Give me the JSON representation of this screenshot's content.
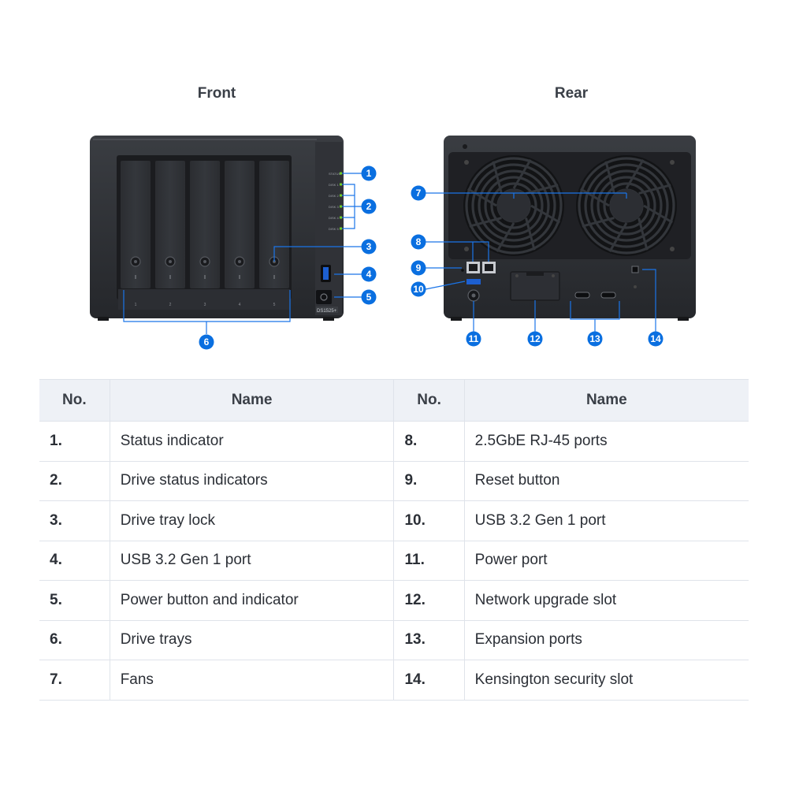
{
  "views": {
    "front": "Front",
    "rear": "Rear"
  },
  "model_label": "DS1525+",
  "front_led_labels": [
    "STATUS",
    "DISK 1",
    "DISK 2",
    "DISK 3",
    "DISK 4",
    "DISK 5"
  ],
  "tray_numbers": [
    "1",
    "2",
    "3",
    "4",
    "5"
  ],
  "callouts": [
    "1",
    "2",
    "3",
    "4",
    "5",
    "6",
    "7",
    "8",
    "9",
    "10",
    "11",
    "12",
    "13",
    "14"
  ],
  "table": {
    "headers": {
      "no": "No.",
      "name": "Name"
    },
    "rows": [
      [
        {
          "no": "1.",
          "name": "Status indicator"
        },
        {
          "no": "8.",
          "name": "2.5GbE RJ-45 ports"
        }
      ],
      [
        {
          "no": "2.",
          "name": "Drive status indicators"
        },
        {
          "no": "9.",
          "name": "Reset button"
        }
      ],
      [
        {
          "no": "3.",
          "name": "Drive tray lock"
        },
        {
          "no": "10.",
          "name": "USB 3.2 Gen 1 port"
        }
      ],
      [
        {
          "no": "4.",
          "name": "USB 3.2 Gen 1 port"
        },
        {
          "no": "11.",
          "name": "Power port"
        }
      ],
      [
        {
          "no": "5.",
          "name": "Power button and indicator"
        },
        {
          "no": "12.",
          "name": "Network upgrade slot"
        }
      ],
      [
        {
          "no": "6.",
          "name": "Drive trays"
        },
        {
          "no": "13.",
          "name": "Expansion ports"
        }
      ],
      [
        {
          "no": "7.",
          "name": "Fans"
        },
        {
          "no": "14.",
          "name": "Kensington security slot"
        }
      ]
    ]
  },
  "colors": {
    "badge": "#0a6fe0",
    "line": "#1a74e8",
    "device": "#2a2c30",
    "led": "#6fcf2a"
  }
}
